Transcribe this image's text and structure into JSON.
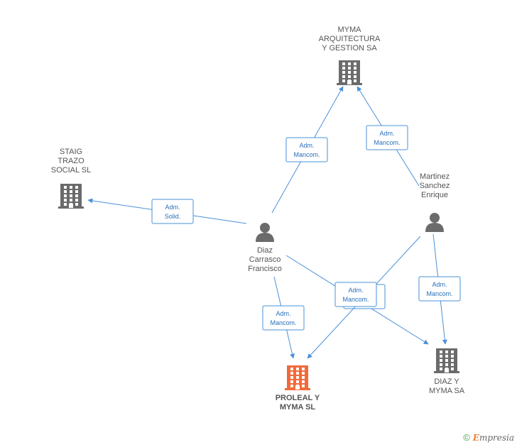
{
  "nodes": [
    {
      "id": "myma",
      "type": "company",
      "lines": [
        "MYMA",
        "ARQUITECTURA",
        "Y GESTION SA"
      ],
      "highlight": false
    },
    {
      "id": "staig",
      "type": "company",
      "lines": [
        "STAIG",
        "TRAZO",
        "SOCIAL SL"
      ],
      "highlight": false
    },
    {
      "id": "diaz_carrasco",
      "type": "person",
      "lines": [
        "Diaz",
        "Carrasco",
        "Francisco"
      ],
      "highlight": false
    },
    {
      "id": "martinez",
      "type": "person",
      "lines": [
        "Martinez",
        "Sanchez",
        "Enrique"
      ],
      "highlight": false
    },
    {
      "id": "proleal",
      "type": "company",
      "lines": [
        "PROLEAL Y",
        "MYMA SL"
      ],
      "highlight": true
    },
    {
      "id": "diaz_myma",
      "type": "company",
      "lines": [
        "DIAZ Y",
        "MYMA SA"
      ],
      "highlight": false
    }
  ],
  "edges": [
    {
      "id": "e1",
      "from": "diaz_carrasco",
      "to": "myma",
      "label": [
        "Adm.",
        "Mancom."
      ]
    },
    {
      "id": "e2",
      "from": "martinez",
      "to": "myma",
      "label": [
        "Adm.",
        "Mancom."
      ]
    },
    {
      "id": "e3",
      "from": "diaz_carrasco",
      "to": "staig",
      "label": [
        "Adm.",
        "Solid."
      ]
    },
    {
      "id": "e4",
      "from": "diaz_carrasco",
      "to": "proleal",
      "label": [
        "Adm.",
        "Mancom."
      ]
    },
    {
      "id": "e5",
      "from": "diaz_carrasco",
      "to": "diaz_myma",
      "label": [
        "Adm.",
        "Mancom."
      ]
    },
    {
      "id": "e6",
      "from": "martinez",
      "to": "proleal",
      "label": [
        "Adm.",
        "Mancom."
      ]
    },
    {
      "id": "e7",
      "from": "martinez",
      "to": "diaz_myma",
      "label": [
        "Adm.",
        "Mancom."
      ]
    }
  ],
  "colors": {
    "edge": "#4a90d9",
    "company": "#6b6b6b",
    "highlight": "#f26a3a",
    "person": "#6b6b6b"
  },
  "footer": {
    "copyright": "©",
    "brand_first": "E",
    "brand_rest": "mpresia"
  }
}
